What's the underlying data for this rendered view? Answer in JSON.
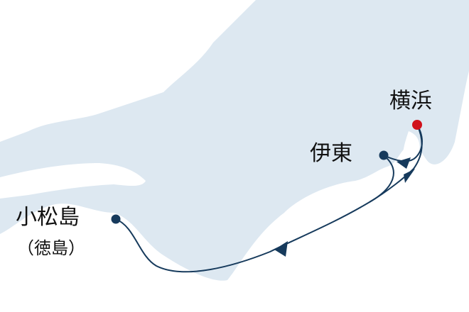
{
  "colors": {
    "land": "#dde8f1",
    "sea": "#ffffff",
    "route": "#163a5c",
    "origin": "#d0111b",
    "port": "#163a5c"
  },
  "ports": {
    "yokohama": "横浜",
    "ito": "伊東",
    "komatsushima": "小松島",
    "komatsushima_sub": "（徳島）"
  }
}
